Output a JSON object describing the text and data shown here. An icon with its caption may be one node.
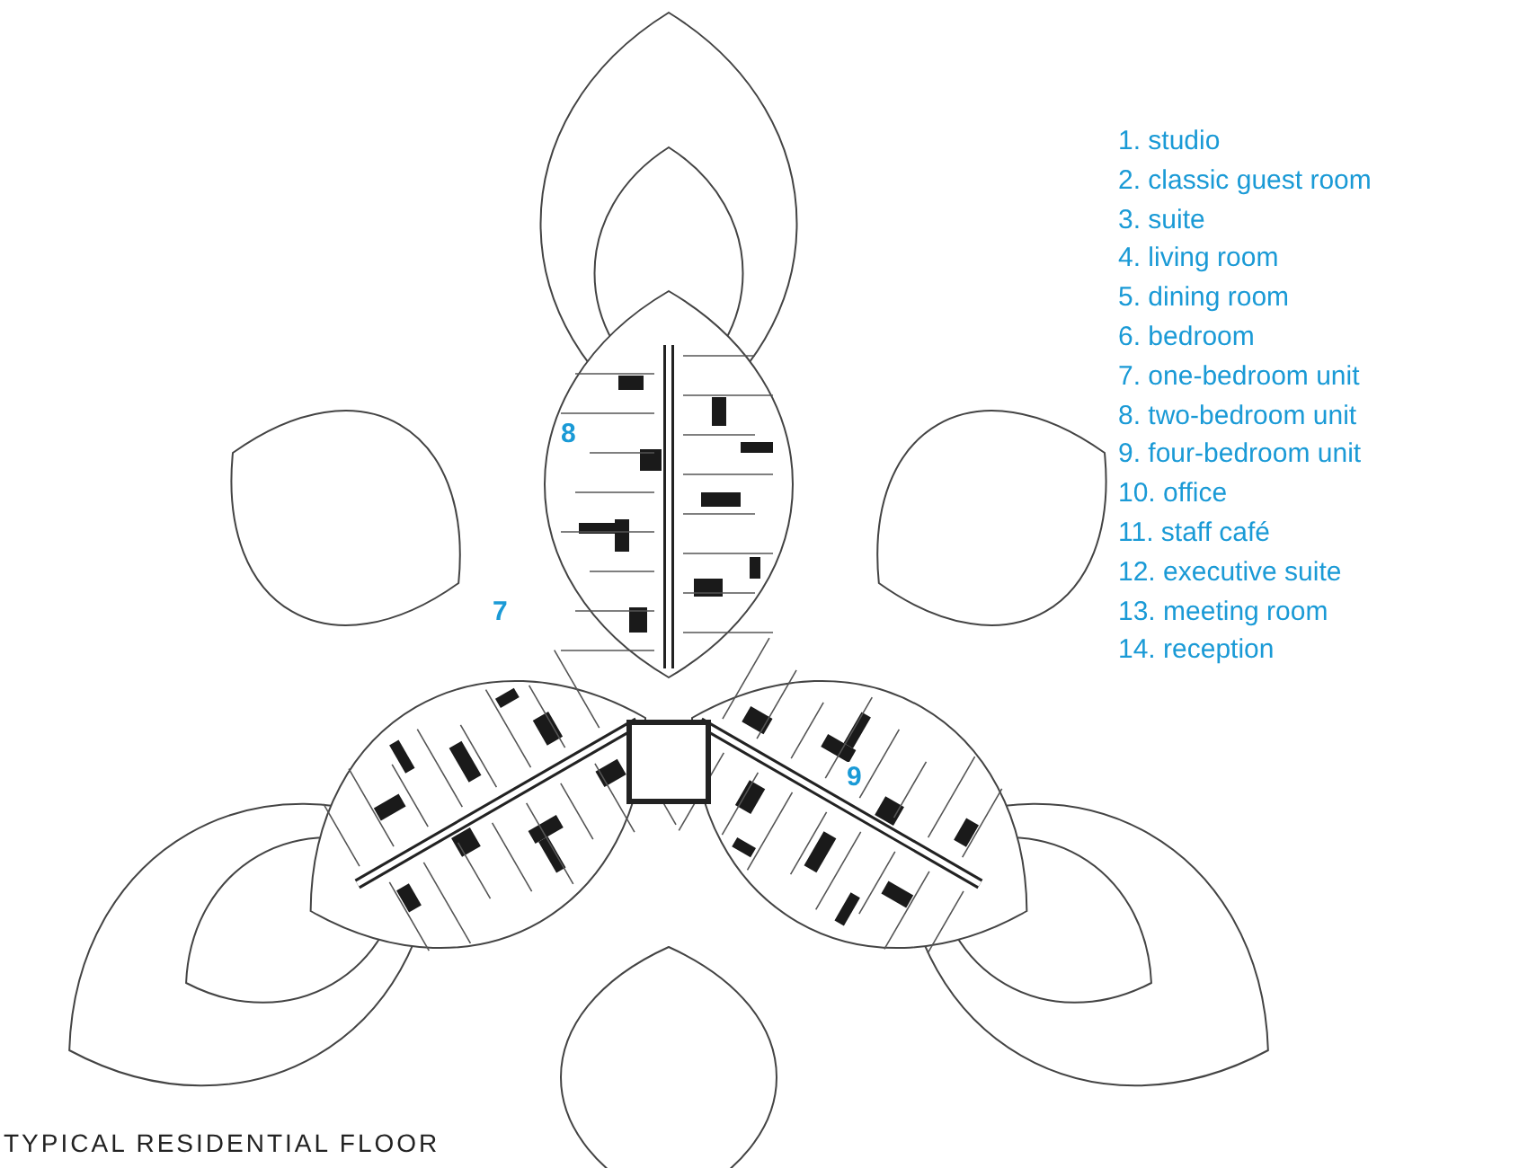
{
  "diagram": {
    "title": "TYPICAL RESIDENTIAL FLOOR",
    "labels": [
      "1. studio",
      "2. classic guest room",
      "3. suite",
      "4. living room",
      "5. dining room",
      "6. bedroom",
      "7. one-bedroom unit",
      "8. two-bedroom unit",
      "9. four-bedroom unit",
      "10. office",
      "11. staff café",
      "12. executive suite",
      "13. meeting room",
      "14. reception",
      "8",
      "7",
      "9"
    ]
  }
}
